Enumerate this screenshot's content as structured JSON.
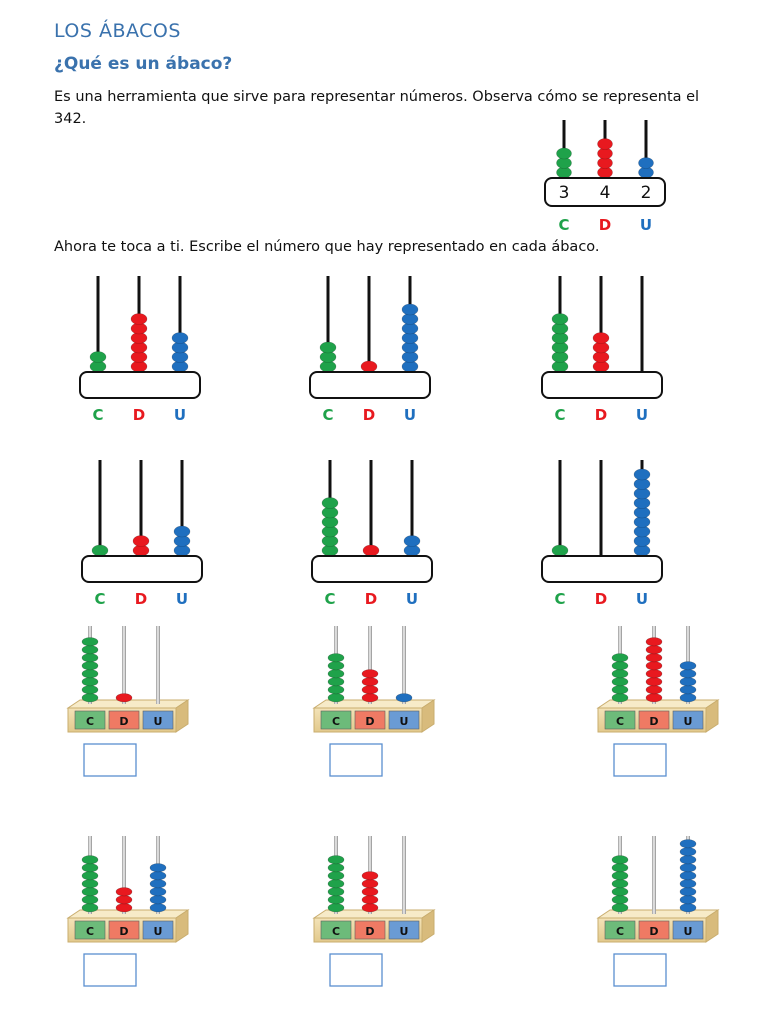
{
  "title": "LOS ÁBACOS",
  "subtitle": "¿Qué es un ábaco?",
  "intro": "Es una herramienta que sirve para representar números. Observa cómo se representa el 342.",
  "instruction": "Ahora te toca a ti. Escribe el número que hay representado en cada ábaco.",
  "place_labels": [
    "C",
    "D",
    "U"
  ],
  "colors": {
    "C": "#1fa24a",
    "D": "#e8191f",
    "U": "#1f6fbf",
    "heading": "#3a72ad"
  },
  "example": {
    "digits": [
      "3",
      "4",
      "2"
    ]
  },
  "line_abacuses": [
    {
      "c": 2,
      "d": 6,
      "u": 4
    },
    {
      "c": 3,
      "d": 1,
      "u": 7
    },
    {
      "c": 6,
      "d": 4,
      "u": 0
    },
    {
      "c": 1,
      "d": 2,
      "u": 3
    },
    {
      "c": 6,
      "d": 1,
      "u": 2
    },
    {
      "c": 1,
      "d": 0,
      "u": 9
    }
  ],
  "block_abacuses": [
    {
      "c": 8,
      "d": 1,
      "u": 0
    },
    {
      "c": 6,
      "d": 4,
      "u": 1
    },
    {
      "c": 6,
      "d": 8,
      "u": 5
    },
    {
      "c": 7,
      "d": 3,
      "u": 6
    },
    {
      "c": 7,
      "d": 5,
      "u": 0
    },
    {
      "c": 7,
      "d": 0,
      "u": 9
    }
  ]
}
